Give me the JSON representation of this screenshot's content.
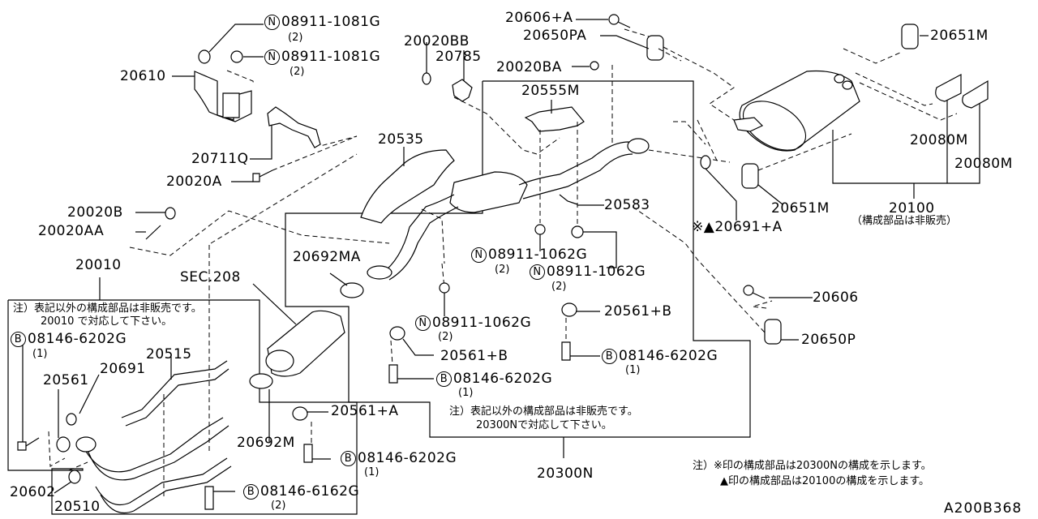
{
  "diagram_code": "A200B368",
  "labels": {
    "p_20610": "20610",
    "p_20711q": "20711Q",
    "p_20020a": "20020A",
    "p_20020b": "20020B",
    "p_20020aa": "20020AA",
    "p_20010": "20010",
    "p_20020bb": "20020BB",
    "p_20785": "20785",
    "p_20606a": "20606+A",
    "p_20650pa": "20650PA",
    "p_20020ba": "20020BA",
    "p_20555m": "20555M",
    "p_20535": "20535",
    "p_20583": "20583",
    "p_20651m_top": "20651M",
    "p_20651m_bottom": "20651M",
    "p_20080m_1": "20080M",
    "p_20080m_2": "20080M",
    "p_20100": "20100",
    "p_20100_note": "（構成部品は非販売）",
    "p_20691a": "※▲20691+A",
    "p_20692ma": "20692MA",
    "p_sec208": "SEC.208",
    "p_20515": "20515",
    "p_20691": "20691",
    "p_20561": "20561",
    "p_20602": "20602",
    "p_20510": "20510",
    "p_20692m": "20692M",
    "p_20561a": "20561+A",
    "p_20561b_1": "20561+B",
    "p_20561b_2": "20561+B",
    "p_20606": "20606",
    "p_20650p": "20650P",
    "p_20300n": "20300N"
  },
  "fasteners": {
    "nut_1081_top": {
      "prefix": "N",
      "part": "08911-1081G",
      "qty": "(2)"
    },
    "nut_1081_second": {
      "prefix": "N",
      "part": "08911-1081G",
      "qty": "(2)"
    },
    "nut_1062_a": {
      "prefix": "N",
      "part": "08911-1062G",
      "qty": "(2)"
    },
    "nut_1062_b": {
      "prefix": "N",
      "part": "08911-1062G",
      "qty": "(2)"
    },
    "nut_1062_c": {
      "prefix": "N",
      "part": "08911-1062G",
      "qty": "(2)"
    },
    "bolt_6202_left": {
      "prefix": "B",
      "part": "08146-6202G",
      "qty": "(1)"
    },
    "bolt_6202_mid": {
      "prefix": "B",
      "part": "08146-6202G",
      "qty": "(1)"
    },
    "bolt_6202_right": {
      "prefix": "B",
      "part": "08146-6202G",
      "qty": "(1)"
    },
    "bolt_6202_lower": {
      "prefix": "B",
      "part": "08146-6202G",
      "qty": "(1)"
    },
    "bolt_6162": {
      "prefix": "B",
      "part": "08146-6162G",
      "qty": "(2)"
    }
  },
  "notes": {
    "box_20010_line1": "注）表記以外の構成部品は非販売です。",
    "box_20010_line2": "20010 で対応して下さい。",
    "box_20300n_line1": "注）表記以外の構成部品は非販売です。",
    "box_20300n_line2": "20300Nで対応して下さい。",
    "legend_line1": "注）※印の構成部品は20300Nの構成を示します。",
    "legend_line2": "▲印の構成部品は20100の構成を示します。"
  }
}
